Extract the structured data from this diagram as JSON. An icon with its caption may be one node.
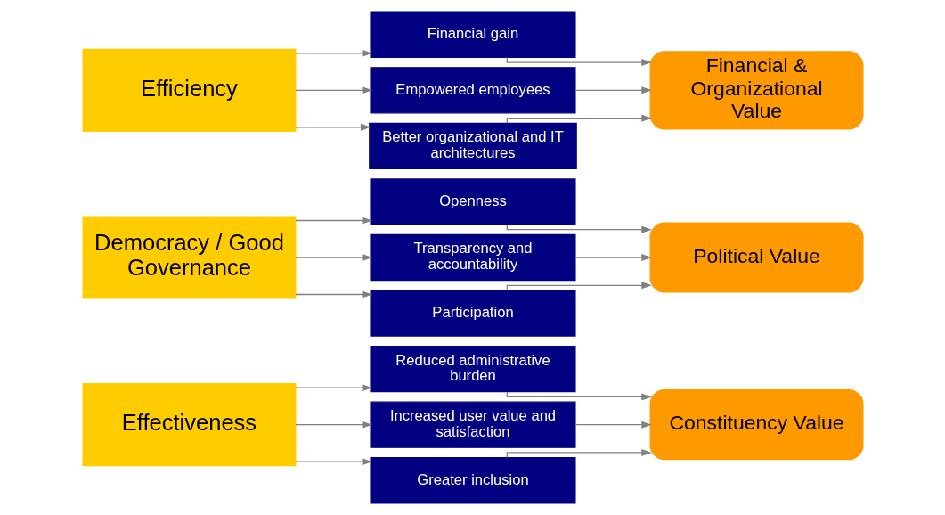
{
  "diagram": {
    "nodes": [
      {
        "text": [
          "Efficiency"
        ]
      },
      {
        "text": [
          "Financial gain"
        ]
      },
      {
        "text": [
          "Empowered employees"
        ]
      },
      {
        "text": [
          "Better organizational and IT architectures"
        ]
      },
      {
        "text": [
          "Financial & Organizational Value"
        ]
      },
      {
        "text": [
          "Democracy / Good Governance"
        ]
      },
      {
        "text": [
          "Openness"
        ]
      },
      {
        "text": [
          "Transparency and accountability"
        ]
      },
      {
        "text": [
          "Participation"
        ]
      },
      {
        "text": [
          "Political Value"
        ]
      },
      {
        "text": [
          "Effectiveness"
        ]
      },
      {
        "text": [
          "Reduced administrative burden"
        ]
      },
      {
        "text": [
          "Increased user value and satisfaction"
        ]
      },
      {
        "text": [
          "Greater inclusion"
        ]
      },
      {
        "text": [
          "Constituency Value"
        ]
      }
    ],
    "edges": [
      {
        "from": 0,
        "to": 1,
        "arrow": "to"
      },
      {
        "from": 0,
        "to": 2,
        "arrow": "to"
      },
      {
        "from": 0,
        "to": 3,
        "arrow": "to"
      },
      {
        "from": 1,
        "to": 4,
        "arrow": "to"
      },
      {
        "from": 2,
        "to": 4,
        "arrow": "to"
      },
      {
        "from": 3,
        "to": 4,
        "arrow": "to"
      },
      {
        "from": 5,
        "to": 6,
        "arrow": "to"
      },
      {
        "from": 5,
        "to": 7,
        "arrow": "to"
      },
      {
        "from": 5,
        "to": 8,
        "arrow": "to"
      },
      {
        "from": 6,
        "to": 9,
        "arrow": "to"
      },
      {
        "from": 7,
        "to": 9,
        "arrow": "to"
      },
      {
        "from": 8,
        "to": 9,
        "arrow": "to"
      },
      {
        "from": 10,
        "to": 11,
        "arrow": "to"
      },
      {
        "from": 10,
        "to": 12,
        "arrow": "to"
      },
      {
        "from": 10,
        "to": 13,
        "arrow": "to"
      },
      {
        "from": 11,
        "to": 14,
        "arrow": "to"
      },
      {
        "from": 12,
        "to": 14,
        "arrow": "to"
      },
      {
        "from": 13,
        "to": 14,
        "arrow": "to"
      }
    ]
  }
}
